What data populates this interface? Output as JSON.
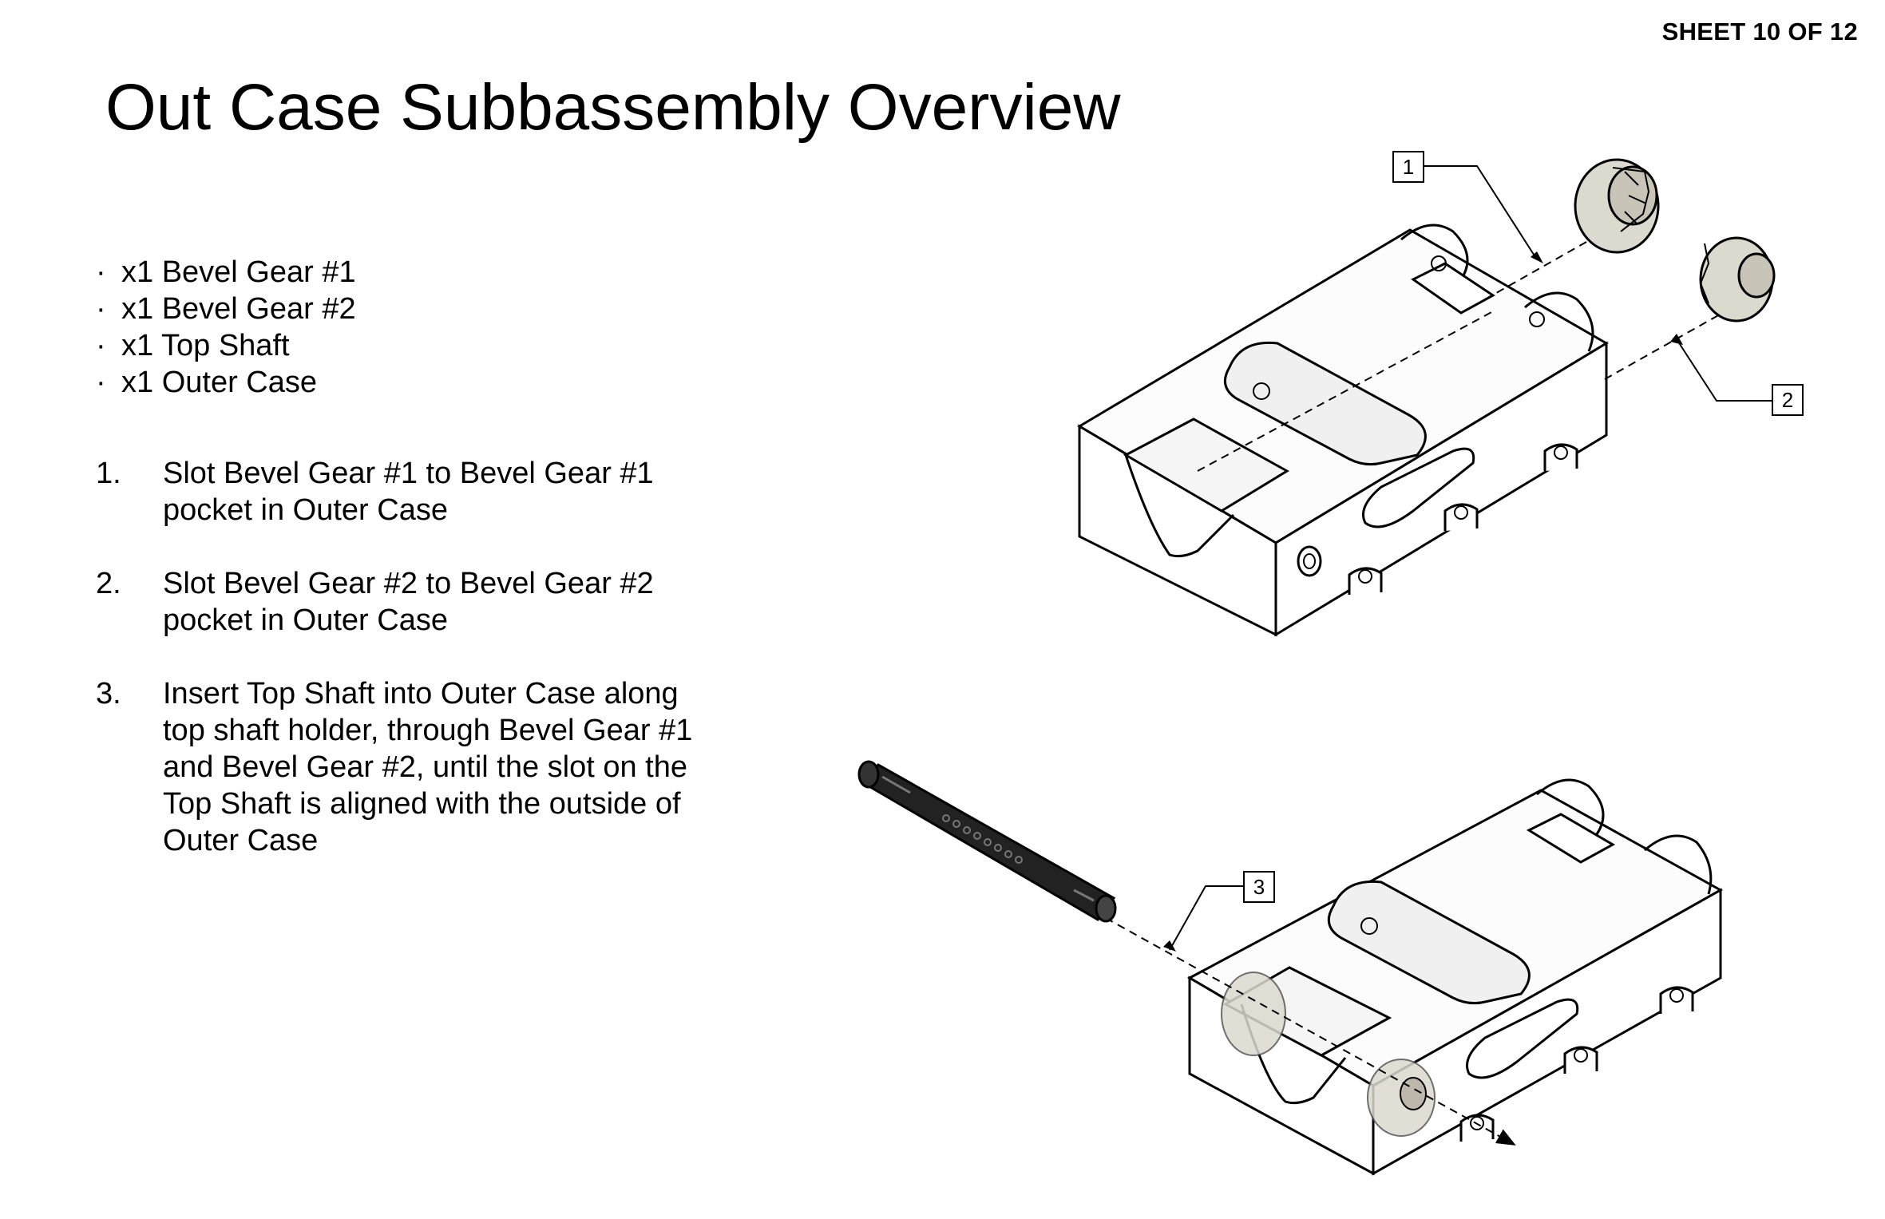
{
  "sheet": "SHEET 10 OF 12",
  "title": "Out Case Subbassembly Overview",
  "parts": [
    {
      "bullet": "·",
      "text": "x1 Bevel Gear #1"
    },
    {
      "bullet": "·",
      "text": "x1 Bevel Gear #2"
    },
    {
      "bullet": "·",
      "text": "x1 Top Shaft"
    },
    {
      "bullet": "·",
      "text": "x1 Outer Case"
    }
  ],
  "steps": [
    {
      "num": "1.",
      "text": "Slot Bevel Gear #1 to Bevel Gear #1 pocket in Outer Case"
    },
    {
      "num": "2.",
      "text": "Slot Bevel Gear #2 to Bevel Gear #2 pocket in Outer Case"
    },
    {
      "num": "3.",
      "text": "Insert Top Shaft into Outer Case along top shaft holder, through Bevel Gear #1 and Bevel Gear #2, until the slot on the Top Shaft is aligned with the outside of Outer Case"
    }
  ],
  "callouts": {
    "c1": "1",
    "c2": "2",
    "c3": "3"
  },
  "icons": {
    "gear1": "bevel-gear-icon",
    "gear2": "bevel-gear-icon",
    "shaft": "top-shaft-icon",
    "case": "outer-case-icon"
  },
  "colors": {
    "line": "#000000",
    "gear": "#dcd9cf",
    "shaft": "#222222",
    "case_fill": "#fafafa"
  }
}
